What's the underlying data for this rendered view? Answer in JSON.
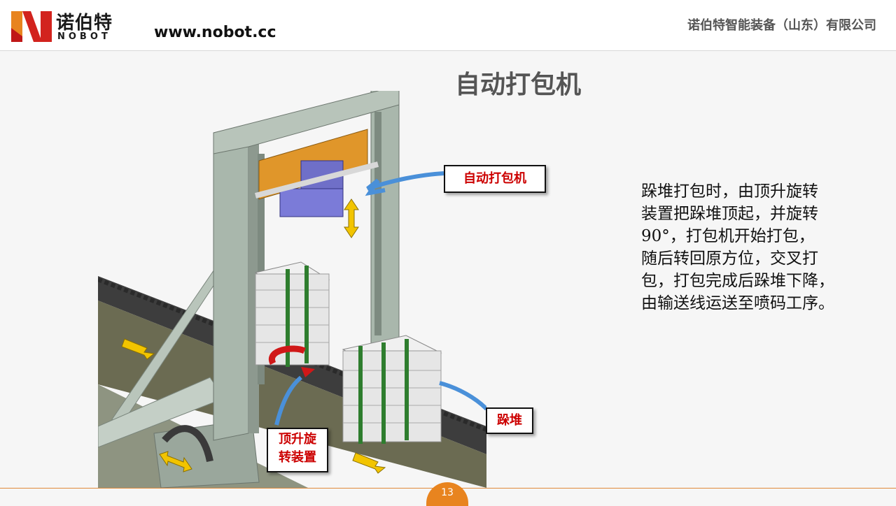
{
  "header": {
    "logo_cn": "诺伯特",
    "logo_en": "NOBOT",
    "url": "www.nobot.cc",
    "company": "诺伯特智能装备（山东）有限公司"
  },
  "slide": {
    "title": "自动打包机",
    "description": "跺堆打包时，由顶升旋转\n装置把跺堆顶起，并旋转\n90°，打包机开始打包，\n随后转回原方位，交叉打\n包，打包完成后跺堆下降，\n由输送线运送至喷码工序。",
    "page_number": "13"
  },
  "callouts": {
    "packer": "自动打包机",
    "stack": "跺堆",
    "lift": "顶升旋\n转装置"
  },
  "colors": {
    "accent": "#e8841f",
    "callout_text": "#cc0000",
    "frame": "#a9b7ac",
    "orange_beam": "#e0962a",
    "motor": "#6f6fc8",
    "arrow_blue": "#4a90d9",
    "arrow_yellow": "#f2c400"
  }
}
